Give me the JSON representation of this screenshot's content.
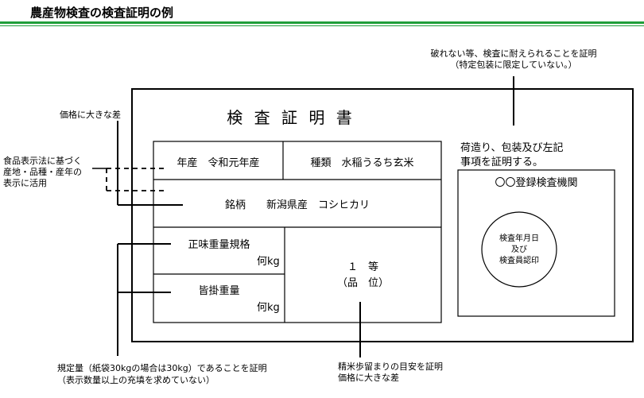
{
  "page_title": "農産物検査の検査証明の例",
  "certificate": {
    "heading": "検 査 証 明 書",
    "year_label": "年産　令和元年産",
    "kind_label": "種類　水稲うるち玄米",
    "brand_label": "銘柄　　新潟県産　コシヒカリ",
    "net_weight_label": "正味重量規格",
    "net_weight_unit": "何kg",
    "gross_weight_label": "皆掛重量",
    "gross_weight_unit": "何kg",
    "grade_label": "１　等",
    "grade_sub": "（品　位）",
    "packing_note_line1": "荷造り、包装及び左記",
    "packing_note_line2": "事項を証明する。",
    "agency_label": "〇〇登録検査機関",
    "seal_line1": "検査年月日",
    "seal_line2": "及び",
    "seal_line3": "検査員認印"
  },
  "annotations": {
    "packaging_line1": "破れない等、検査に耐えられることを証明",
    "packaging_line2": "（特定包装に限定していない。）",
    "price_diff_top": "価格に大きな差",
    "labeling_line1": "食品表示法に基づく",
    "labeling_line2": "産地・品種・産年の",
    "labeling_line3": "表示に活用",
    "quantity_line1": "規定量（紙袋30kgの場合は30kg）であることを証明",
    "quantity_line2": "（表示数量以上の充填を求めていない）",
    "grade_note_line1": "精米歩留まりの目安を証明",
    "grade_note_line2": "価格に大きな差"
  }
}
